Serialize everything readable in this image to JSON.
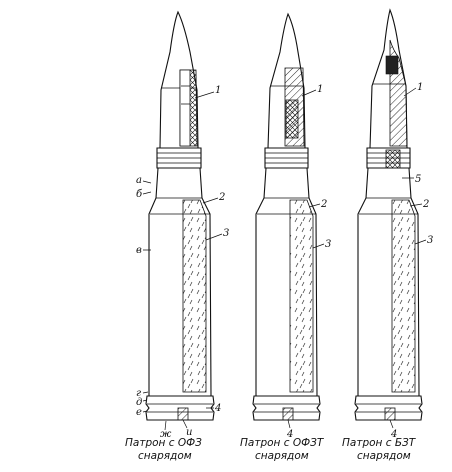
{
  "cartridges": [
    {
      "caption_line1": "Патрон с ОФЗ",
      "caption_line2": "снарядом",
      "labels": {
        "n1": "1",
        "n2": "2",
        "n3": "3",
        "n4": "4",
        "a": "а",
        "b": "б",
        "v": "в",
        "g": "г",
        "d": "д",
        "e": "е",
        "zh": "ж",
        "i": "и"
      }
    },
    {
      "caption_line1": "Патрон с ОФЗТ",
      "caption_line2": "снарядом",
      "labels": {
        "n1": "1",
        "n2": "2",
        "n3": "3",
        "n4": "4"
      }
    },
    {
      "caption_line1": "Патрон с БЗТ",
      "caption_line2": "снарядом",
      "labels": {
        "n1": "1",
        "n2": "2",
        "n3": "3",
        "n4": "4",
        "n5": "5"
      }
    }
  ],
  "colors": {
    "ink": "#111111",
    "paper": "#ffffff"
  }
}
